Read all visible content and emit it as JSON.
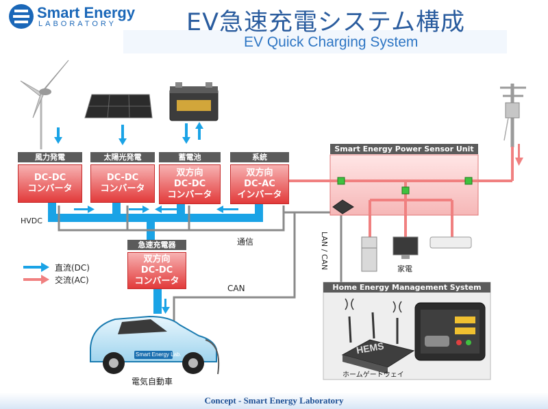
{
  "logo": {
    "name": "Smart Energy",
    "sub": "LABORATORY"
  },
  "title": {
    "jp": "EV急速充電システム構成",
    "en": "EV Quick Charging System"
  },
  "sources": [
    {
      "header": "風力発電",
      "line1": "DC-DC",
      "line2": "コンバータ",
      "line3": "",
      "icon": "wind-turbine-icon"
    },
    {
      "header": "太陽光発電",
      "line1": "DC-DC",
      "line2": "コンバータ",
      "line3": "",
      "icon": "solar-panel-icon"
    },
    {
      "header": "蓄電池",
      "line1": "双方向",
      "line2": "DC-DC",
      "line3": "コンバータ",
      "icon": "battery-icon"
    },
    {
      "header": "系統",
      "line1": "双方向",
      "line2": "DC-AC",
      "line3": "インバータ",
      "icon": "utility-pole-icon"
    }
  ],
  "hvdc_label": "HVDC",
  "charger": {
    "header": "急速充電器",
    "line1": "双方向",
    "line2": "DC-DC",
    "line3": "コンバータ"
  },
  "sensor_unit": {
    "title": "Smart Energy Power Sensor Unit"
  },
  "hems": {
    "title": "Home Energy Management System",
    "router_label": "HEMS",
    "gateway_label": "ホームゲートウェイ"
  },
  "labels": {
    "comm": "通信",
    "can": "CAN",
    "lan": "LAN / CAN",
    "appliances": "家電",
    "ev": "電気自動車",
    "ev_badge": "Smart Energy Lab."
  },
  "legend": {
    "dc": "直流(DC)",
    "ac": "交流(AC)"
  },
  "colors": {
    "dc": "#1aa3e6",
    "ac": "#f08080",
    "conv": "#e23a3a",
    "header": "#5b5b5b"
  },
  "footer": "Concept  -  Smart Energy Laboratory"
}
